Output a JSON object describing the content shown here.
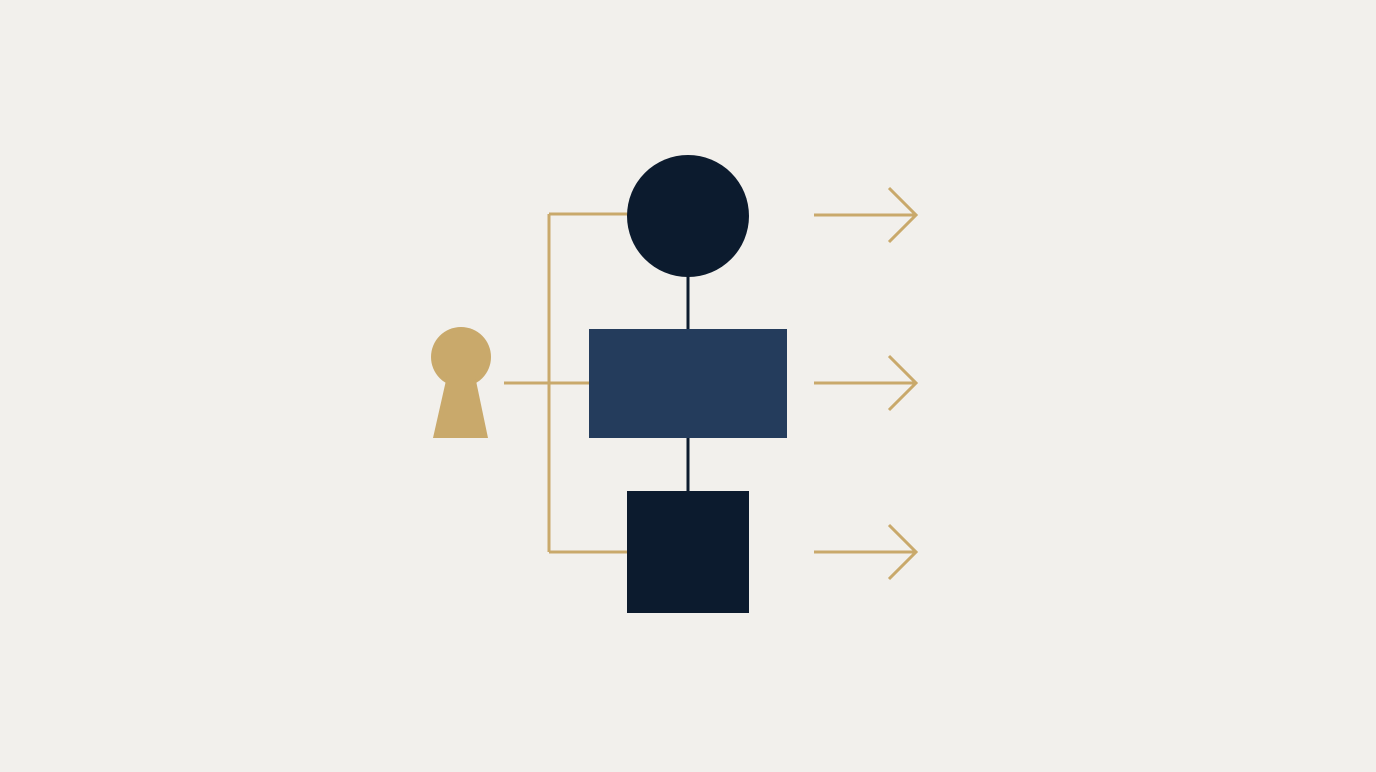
{
  "diagram": {
    "background_color": "#f2f0ec",
    "colors": {
      "gold": "#c9a96b",
      "navy_dark": "#0c1b2e",
      "navy_mid": "#243c5c"
    },
    "source": {
      "icon": "keyhole-icon"
    },
    "nodes": [
      {
        "shape": "circle",
        "icon": "circle-node",
        "color_key": "navy_dark"
      },
      {
        "shape": "rectangle",
        "icon": "rectangle-node",
        "color_key": "navy_mid"
      },
      {
        "shape": "square",
        "icon": "square-node",
        "color_key": "navy_dark"
      }
    ],
    "outputs": [
      {
        "icon": "arrow-right-icon"
      },
      {
        "icon": "arrow-right-icon"
      },
      {
        "icon": "arrow-right-icon"
      }
    ]
  }
}
